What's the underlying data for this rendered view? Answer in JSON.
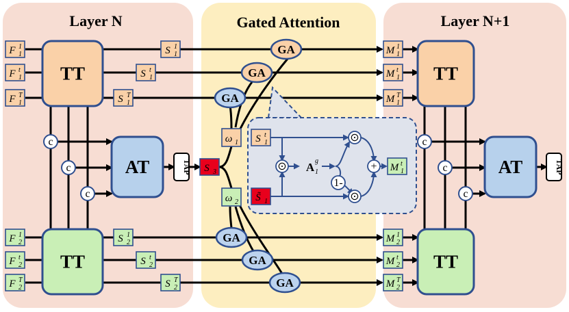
{
  "titles": {
    "left": "Layer N",
    "middle": "Gated Attention",
    "right": "Layer N+1"
  },
  "blocks": {
    "tt": "TT",
    "at": "AT",
    "tap": "TAP",
    "ga": "GA",
    "concat": "c"
  },
  "ops": {
    "dot": "⊙",
    "plus": "+",
    "one_minus": "1-",
    "gate_base": "A",
    "gate_sup": "g",
    "gate_sub": "1"
  },
  "labels": {
    "F": [
      [
        "F",
        "1",
        "1"
      ],
      [
        "F",
        "1",
        "t"
      ],
      [
        "F",
        "1",
        "T"
      ],
      [
        "F",
        "2",
        "1"
      ],
      [
        "F",
        "2",
        "t"
      ],
      [
        "F",
        "2",
        "T"
      ]
    ],
    "S": [
      [
        "S",
        "1",
        "1"
      ],
      [
        "S",
        "1",
        "t"
      ],
      [
        "S",
        "1",
        "T"
      ],
      [
        "S",
        "2",
        "1"
      ],
      [
        "S",
        "2",
        "t"
      ],
      [
        "S",
        "2",
        "T"
      ]
    ],
    "M": [
      [
        "M",
        "1",
        "1"
      ],
      [
        "M",
        "1",
        "t"
      ],
      [
        "M",
        "1",
        "T"
      ],
      [
        "M",
        "2",
        "1"
      ],
      [
        "M",
        "2",
        "t"
      ],
      [
        "M",
        "2",
        "T"
      ]
    ],
    "s3": [
      "S",
      "3"
    ],
    "w1": [
      "ω",
      "1"
    ],
    "w2": [
      "ω",
      "2"
    ],
    "inset_s": [
      "S",
      "1",
      "t"
    ],
    "inset_stilde": [
      "S̃",
      "1"
    ],
    "inset_m": [
      "M",
      "1",
      "t"
    ]
  },
  "colors": {
    "panel_side": "#f7ddd3",
    "panel_mid": "#fdeec0",
    "orange": "#fad1a8",
    "green": "#c9efb6",
    "blue": "#b7d1ec",
    "red": "#e8001c",
    "ga": "#bcd3ee",
    "border": "#2f4f8f",
    "inset": "#dfe3ec"
  }
}
